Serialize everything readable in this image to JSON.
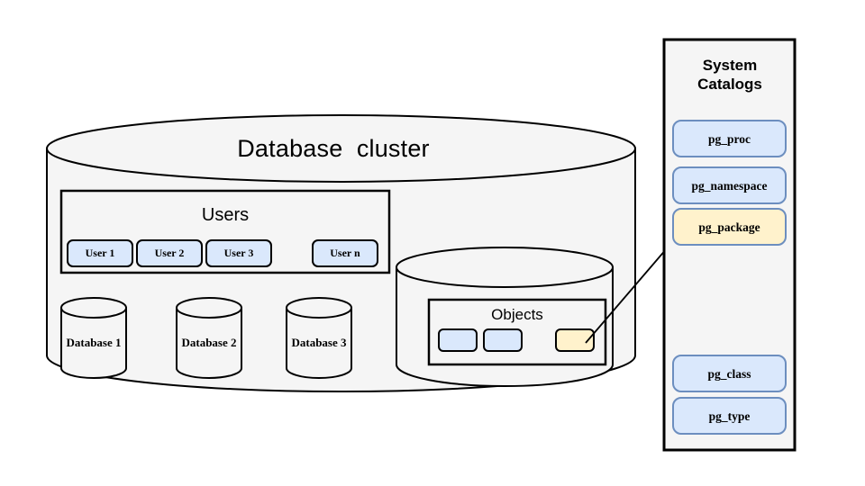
{
  "diagram": {
    "title": "Database cluster diagram",
    "background": "#ffffff",
    "shape_fill": "#f5f5f5",
    "stroke": "#000000",
    "blue_fill": "#dae8fc",
    "blue_stroke": "#6c8ebf",
    "yellow_fill": "#fff2cc",
    "yellow_stroke": "#d6b656"
  },
  "cluster": {
    "title": "Database  cluster"
  },
  "users": {
    "title": "Users",
    "items": [
      {
        "label": "User 1"
      },
      {
        "label": "User 2"
      },
      {
        "label": "User 3"
      },
      {
        "label": "User n"
      }
    ]
  },
  "databases": [
    {
      "label": "Database 1"
    },
    {
      "label": "Database 2"
    },
    {
      "label": "Database 3"
    }
  ],
  "objects": {
    "title": "Objects",
    "items": [
      {
        "label": "",
        "color": "blue"
      },
      {
        "label": "",
        "color": "blue"
      },
      {
        "label": "",
        "color": "yellow"
      }
    ]
  },
  "system_catalogs": {
    "title": "System\nCatalogs",
    "items": [
      {
        "label": "pg_proc",
        "color": "blue"
      },
      {
        "label": "pg_namespace",
        "color": "blue"
      },
      {
        "label": "pg_package",
        "color": "yellow"
      },
      {
        "label": "pg_class",
        "color": "blue"
      },
      {
        "label": "pg_type",
        "color": "blue"
      }
    ]
  },
  "connector": {
    "from": "objects-chip-3",
    "to": "catalog-item-pg_package",
    "style": "arrow"
  }
}
